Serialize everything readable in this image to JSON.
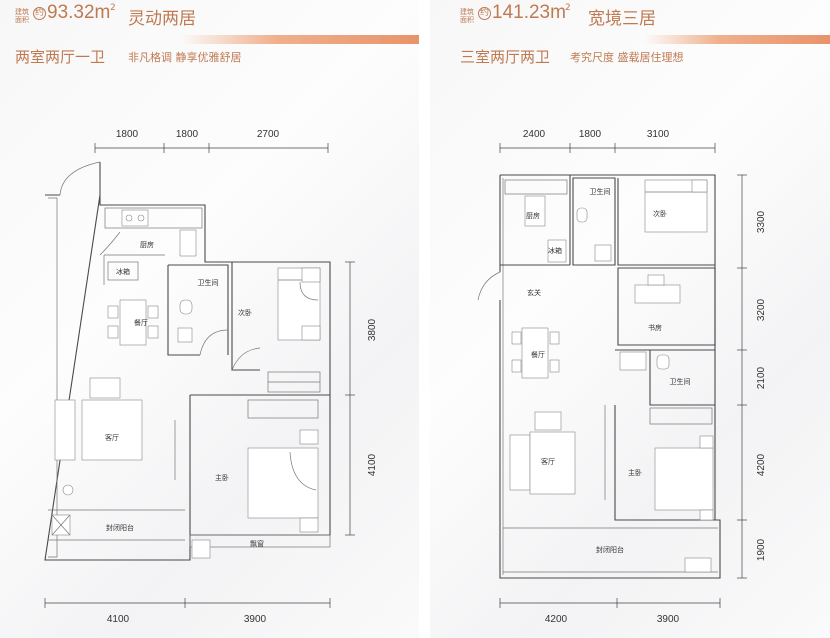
{
  "left": {
    "area_label_line1": "建筑",
    "area_label_line2": "面积",
    "approx": "约",
    "area_value": "93.32m",
    "area_unit_sup": "2",
    "layout_name": "灵动两居",
    "subtitle": "两室两厅一卫",
    "tagline": "非凡格调 静享优雅舒居",
    "top_dims": [
      "1800",
      "1800",
      "2700"
    ],
    "bottom_dims": [
      "4100",
      "3900"
    ],
    "right_dims": [
      "3800",
      "4100"
    ],
    "rooms": {
      "kitchen": "厨房",
      "fridge": "冰箱",
      "dining": "餐厅",
      "bathroom": "卫生间",
      "second_bedroom": "次卧",
      "living": "客厅",
      "master": "主卧",
      "balcony": "封闭阳台",
      "bay": "飘窗"
    }
  },
  "right": {
    "area_label_line1": "建筑",
    "area_label_line2": "面积",
    "approx": "约",
    "area_value": "141.23m",
    "area_unit_sup": "2",
    "layout_name": "宽境三居",
    "subtitle": "三室两厅两卫",
    "tagline": "考究尺度 盛载居住理想",
    "top_dims": [
      "2400",
      "1800",
      "3100"
    ],
    "bottom_dims": [
      "4200",
      "3900"
    ],
    "right_dims": [
      "3300",
      "3200",
      "2100",
      "4200",
      "1900"
    ],
    "rooms": {
      "kitchen": "厨房",
      "bathroom1": "卫生间",
      "second_bedroom": "次卧",
      "fridge": "冰箱",
      "foyer": "玄关",
      "study": "书房",
      "dining": "餐厅",
      "bathroom2": "卫生间",
      "living": "客厅",
      "master": "主卧",
      "balcony": "封闭阳台"
    }
  },
  "colors": {
    "accent": "#c07a52",
    "bar": "#e8936a",
    "wall": "#4a4a4a"
  }
}
